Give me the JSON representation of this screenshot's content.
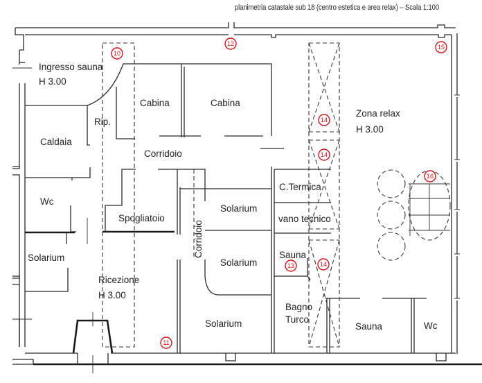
{
  "header": {
    "title": "planimetria catastale sub 18 (centro estetica e area relax) – Scala 1:100"
  },
  "rooms": {
    "ingresso": {
      "name": "Ingresso sauna",
      "height": "H 3.00"
    },
    "caldaia": "Caldaia",
    "rip": "Rip.",
    "cabina1": "Cabina",
    "cabina2": "Cabina",
    "corridoio1": "Corridoio",
    "wc1": "Wc",
    "spogliatoio": "Spogliatoio",
    "corridoio2": "Corridoio",
    "solarium1": "Solarium",
    "solarium2": "Solarium",
    "solarium3": "Solarium",
    "solarium4": "Solarium",
    "ricezione": {
      "name": "Ricezione",
      "height": "H 3.00"
    },
    "ctermica": "C.Termica",
    "vano_tecnico": "vano tecnico",
    "sauna1": "Sauna",
    "bagno_turco": {
      "line1": "Bagno",
      "line2": "Turco"
    },
    "zona_relax": {
      "name": "Zona relax",
      "height": "H 3.00"
    },
    "sauna2": "Sauna",
    "wc2": "Wc"
  },
  "markers": {
    "m10": "10",
    "m11": "11",
    "m12": "12",
    "m13": "13",
    "m14a": "14",
    "m14b": "14",
    "m14c": "14",
    "m15": "15",
    "m16": "16"
  },
  "colors": {
    "marker": "#d0141a",
    "wall": "#2a2a2a",
    "background": "#ffffff"
  }
}
